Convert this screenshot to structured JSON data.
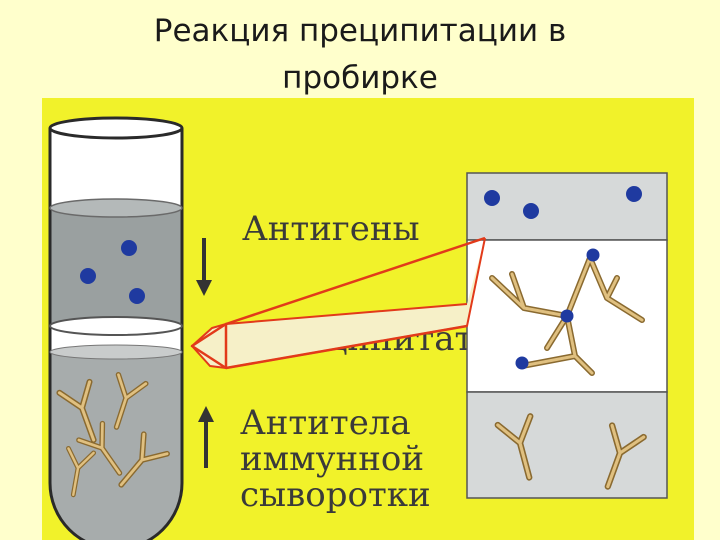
{
  "title": {
    "line1": "Реакция преципитации в",
    "line2": "пробирке"
  },
  "diagram": {
    "labels": {
      "antigens": "Антигены",
      "precipitate": "Преципитат",
      "antibodies_line1": "Антитела",
      "antibodies_line2": "иммунной",
      "antibodies_line3": "сыворотки"
    },
    "colors": {
      "background": "#ffffcc",
      "panel": "#f1f22a",
      "tube_upper_liquid": "#9aa0a0",
      "tube_lower_liquid": "#a7acac",
      "antigen": "#1f3aa0",
      "antibody": "#c8a050",
      "arrow": "#e23a1a"
    }
  }
}
